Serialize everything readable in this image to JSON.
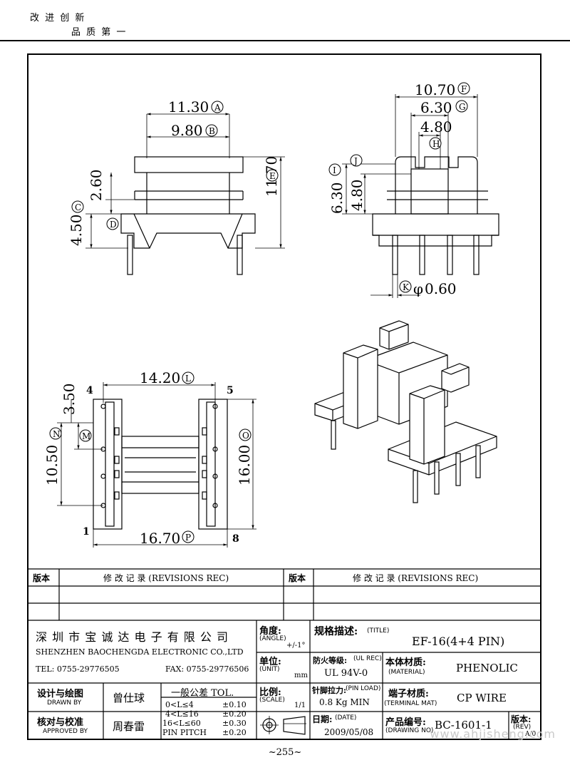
{
  "header": {
    "slogan_line1": "改 进 创 新",
    "slogan_line2": "品 质 第 一"
  },
  "drawing": {
    "dims": {
      "A": "11.30",
      "B": "9.80",
      "C": "4.50",
      "D_v": "2.60",
      "E": "11.70",
      "F": "10.70",
      "G": "6.30",
      "H": "4.80",
      "I": "6.30",
      "J": "4.80",
      "K": "0.60",
      "L": "14.20",
      "M_v": "3.50",
      "N": "10.50",
      "O": "16.00",
      "P": "16.70"
    },
    "letters": [
      "A",
      "B",
      "C",
      "D",
      "E",
      "F",
      "G",
      "H",
      "I",
      "J",
      "K",
      "L",
      "M",
      "N",
      "O",
      "P"
    ],
    "pins": {
      "p1": "1",
      "p4": "4",
      "p5": "5",
      "p8": "8"
    },
    "diameter_symbol": "φ"
  },
  "revisions": {
    "col1": "版本",
    "col2": "修 改 记 录  (REVISIONS REC)",
    "col3": "版本",
    "col4": "修 改 记 录  (REVISIONS REC)"
  },
  "company": {
    "name_cn": "深 圳 市 宝 诚 达 电 子 有 限 公 司",
    "name_en": "SHENZHEN BAOCHENGDA ELECTRONIC CO.,LTD",
    "tel": "TEL: 0755-29776505",
    "fax": "FAX: 0755-29776506"
  },
  "title_block": {
    "angle_label": "角度:",
    "angle_en": "(ANGLE)",
    "angle_tol": "+/-1°",
    "unit_label": "单位:",
    "unit_en": "(UNIT)",
    "unit_value": "mm",
    "scale_label": "比例:",
    "scale_en": "(SCALE)",
    "scale_value": "1/1",
    "title_label": "规格描述:",
    "title_en": "(TITLE)",
    "title_value": "EF-16(4+4 PIN)",
    "ul_label": "防火等级:",
    "ul_en": "(UL REC)",
    "ul_value": "UL 94V-0",
    "material_label": "本体材质:",
    "material_en": "(MATERIAL)",
    "material_value": "PHENOLIC",
    "pinload_label": "针脚拉力:",
    "pinload_en": "(PIN LOAD)",
    "pinload_value": "0.8 Kg MIN",
    "terminal_label": "端子材质:",
    "terminal_en": "(TERMINAL MAT)",
    "terminal_value": "CP WIRE",
    "date_label": "日期:",
    "date_en": "(DATE)",
    "date_value": "2009/05/08",
    "drawing_no_label": "产品编号:",
    "drawing_no_en": "(DRAWING NO)",
    "drawing_no_value": "BC-1601-1",
    "rev_label": "版本:",
    "rev_en": "(REV)",
    "rev_value": "A/0",
    "designed_label": "设计与绘图",
    "designed_en": "DRAWN BY",
    "designed_value": "曾仕球",
    "approved_label": "核对与校准",
    "approved_en": "APPROVED BY",
    "approved_value": "周春雷",
    "tol_title": "一般公差 TOL.",
    "tol_rows": [
      {
        "range": "0<L≤4",
        "value": "±0.10"
      },
      {
        "range": "4<L≤16",
        "value": "±0.20"
      },
      {
        "range": "16<L≤60",
        "value": "±0.30"
      },
      {
        "range": "PIN PITCH",
        "value": "±0.20"
      }
    ]
  },
  "footer": {
    "page_number": "~255~",
    "watermark": "www.ahjisheng.com"
  }
}
